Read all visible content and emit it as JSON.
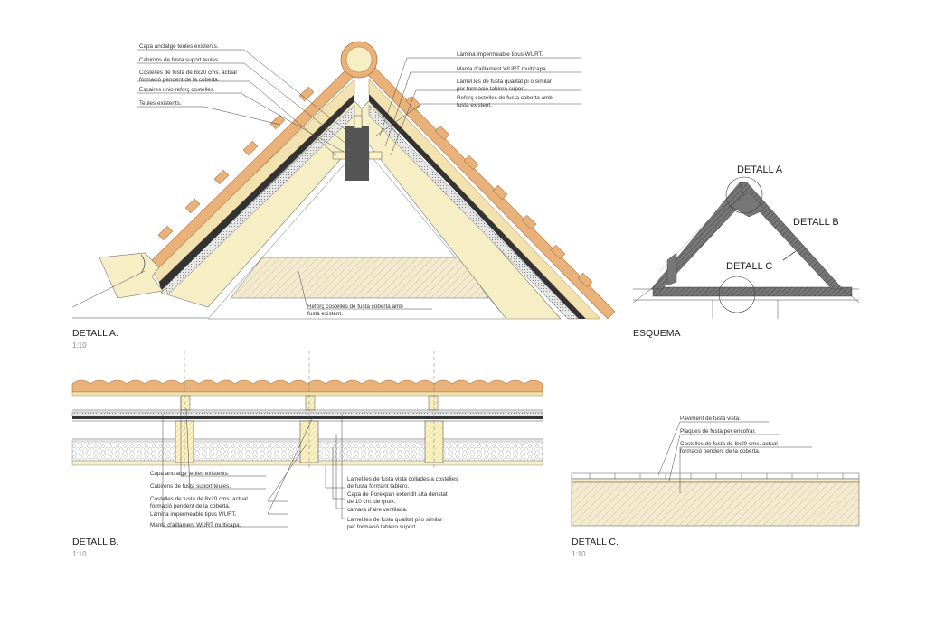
{
  "detail_a": {
    "title": "DETALL A.",
    "scale": "1:10",
    "notes_left": [
      "Capa anclatge teules existents.",
      "Cabirons de fusta suport teules.",
      "Costelles de fusta de 8x20 cms. actual",
      "formació pendent de la coberta.",
      "Escaires unio reforç costelles.",
      "Teules existents."
    ],
    "notes_right": [
      "Làmina impermeable tipus WURT.",
      "Manta d'aïllament WURT multicapa.",
      "Lamel.les de fusta qualitat pi o similar",
      "per formació tablero suport.",
      "Reforç costelles de fusta coberta amb",
      "fusta existent."
    ],
    "note_bottom": [
      "Reforç costelles de fusta coberta amb",
      "fusta existent."
    ]
  },
  "esquema": {
    "title": "ESQUEMA",
    "labels": [
      "DETALL A",
      "DETALL B",
      "DETALL C"
    ]
  },
  "detail_b": {
    "title": "DETALL B.",
    "scale": "1:10",
    "notes_left": [
      "Capa anclatge teules existents",
      "Cabirons de fusta suport teules.",
      "Costelles de fusta de 8x20 cms. actual",
      "formació pendent de la coberta.",
      "Làmina impermeable tipus WURT.",
      "Manta d'aïllament WURT multicapa."
    ],
    "notes_right": [
      "Lamel.les de fusta vista collades a costelles",
      "de fusta formant tablero.",
      "Capa de Porexpan extendit alta denstat",
      "de 10 cm. de gruix.",
      "camara d'aire ventilada.",
      "Lamel.les de fusta qualitat pi o similar",
      "per formació tablero suport."
    ]
  },
  "detail_c": {
    "title": "DETALL C.",
    "scale": "1:10",
    "notes": [
      "Paviment de fusta vista.",
      "Plaques de fusta per encofrar.",
      "Costelles de fusta de 8x20 cms. actual",
      "formació pendent de la coberta."
    ]
  },
  "colors": {
    "tile": "#e8b27a",
    "tile_stroke": "#b5703a",
    "wood": "#f6efc6",
    "timber": "#fbf2c4",
    "hatch": "#d9c99a",
    "dark": "#555555",
    "line": "#444444"
  }
}
